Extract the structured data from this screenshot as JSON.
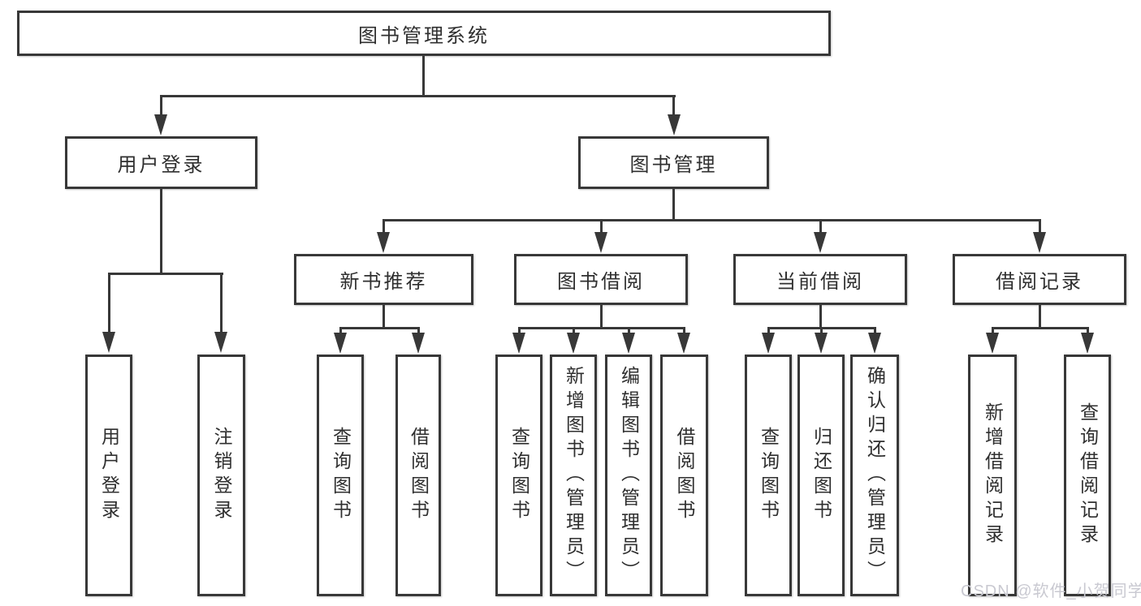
{
  "diagram": {
    "root": {
      "label": "图书管理系统"
    },
    "level2": [
      {
        "label": "用户登录"
      },
      {
        "label": "图书管理"
      }
    ],
    "level3": [
      {
        "label": "新书推荐"
      },
      {
        "label": "图书借阅"
      },
      {
        "label": "当前借阅"
      },
      {
        "label": "借阅记录"
      }
    ],
    "leaves": [
      {
        "label": "用户登录"
      },
      {
        "label": "注销登录"
      },
      {
        "label": "查询图书"
      },
      {
        "label": "借阅图书"
      },
      {
        "label": "查询图书"
      },
      {
        "label": "新增图书（管理员）"
      },
      {
        "label": "编辑图书（管理员）"
      },
      {
        "label": "借阅图书"
      },
      {
        "label": "查询图书"
      },
      {
        "label": "归还图书"
      },
      {
        "label": "确认归还（管理员）"
      },
      {
        "label": "新增借阅记录"
      },
      {
        "label": "查询借阅记录"
      }
    ],
    "watermark": "CSDN @软件_小贺同学",
    "colors": {
      "line": "#383838",
      "text": "#2f2f2f",
      "background": "#ffffff",
      "watermark": "#c9c9d1"
    }
  }
}
